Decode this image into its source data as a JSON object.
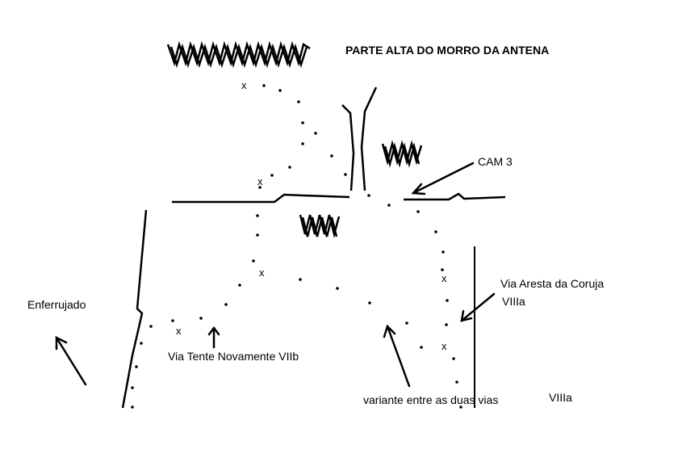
{
  "title": "PARTE ALTA DO MORRO DA ANTENA",
  "labels": {
    "cam3": "CAM 3",
    "aresta_name": "Via Aresta da Coruja",
    "aresta_grade": "VIIIa",
    "enferrujado": "Enferrujado",
    "tente": "Via Tente Novamente VIIb",
    "variante": "variante entre as duas vias",
    "variante_grade": "VIIIa"
  },
  "bolt_marker": "x"
}
